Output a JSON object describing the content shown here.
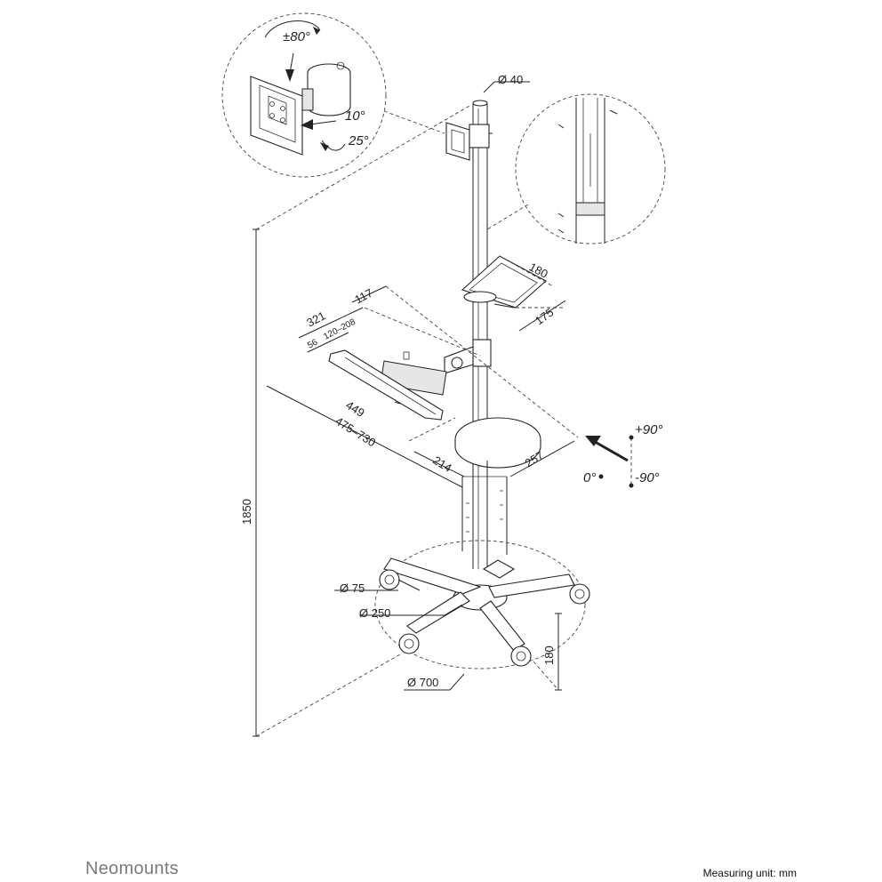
{
  "labels": {
    "pole_diameter": "Ø 40",
    "rotation": "±80°",
    "tilt_up": "10°",
    "tilt_down": "25°",
    "shelf_width": "180",
    "shelf_depth": "175",
    "arm_offset": "117",
    "tray_depth": "321",
    "mouse_pad": "56",
    "height_range": "120–208",
    "tray_width": "449",
    "tray_extension": "475–730",
    "seat_offset": "214",
    "seat_width": "257",
    "plus90": "+90°",
    "zero": "0°",
    "minus90": "-90°",
    "total_height": "1850",
    "caster_diameter": "Ø 75",
    "hub_diameter": "Ø 250",
    "base_diameter": "Ø 700",
    "base_height": "180"
  },
  "footer": {
    "brand": "Neomounts",
    "unit": "Measuring unit: mm"
  }
}
